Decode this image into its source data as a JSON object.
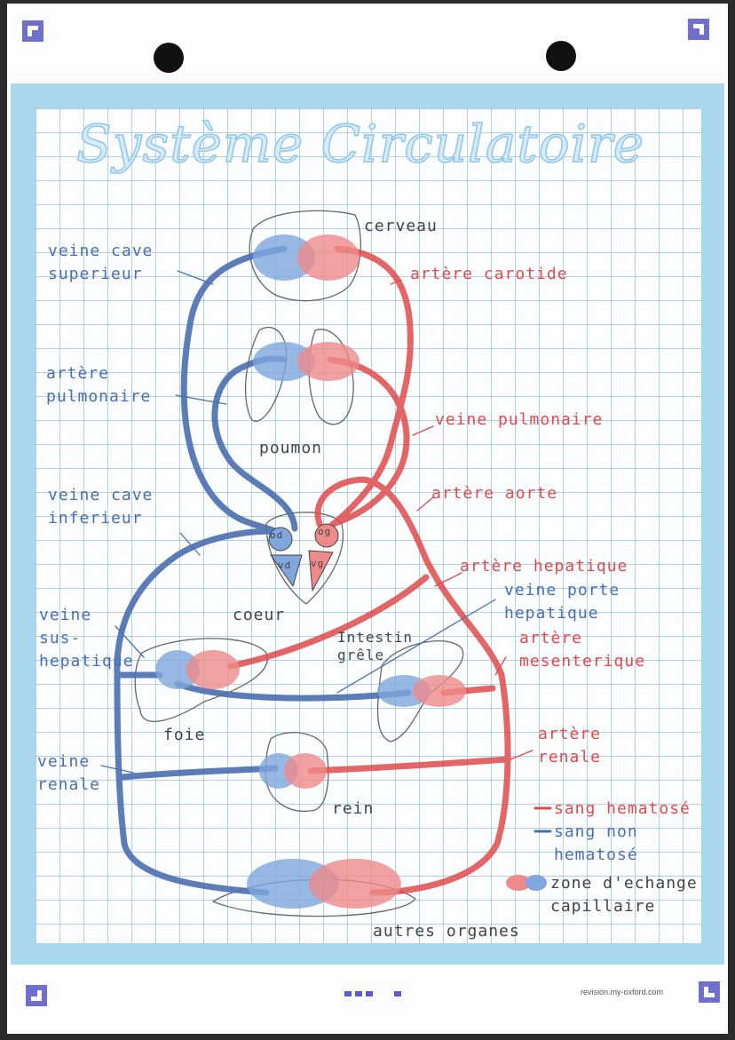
{
  "title": "Système Circulatoire",
  "labels": {
    "cerveau": "cerveau",
    "veine_cave_superieur": "veine cave\nsuperieur",
    "artere_carotide": "artère carotide",
    "artere_pulmonaire": "artère\npulmonaire",
    "veine_pulmonaire": "veine pulmonaire",
    "poumon": "poumon",
    "veine_cave_inferieur": "veine cave\ninferieur",
    "artere_aorte": "artère aorte",
    "artere_hepatique": "artère hepatique",
    "veine_porte_hepatique": "veine porte\nhepatique",
    "artere_mesenterique": "artère\nmesenterique",
    "veine_sus_hepatique": "veine\nsus-\nhepatique",
    "coeur": "coeur",
    "intestin_grele": "Intestin\ngrêle",
    "foie": "foie",
    "artere_renale": "artère\nrenale",
    "veine_renale": "veine\nrenale",
    "rein": "rein",
    "autres_organes": "autres organes",
    "od": "od",
    "og": "og",
    "vd": "vd",
    "vg": "vg"
  },
  "legend": {
    "hematose": "sang hematosé",
    "non_hematose": "sang non\nhematosé",
    "zone": "zone d'echange\ncapillaire"
  },
  "footer": {
    "url": "revision.my-oxford.com"
  },
  "colors": {
    "blue_blood": "#4a6fb0",
    "red_blood": "#df4b4b",
    "grid_frame": "#a9d8ee",
    "title": "#8fc6ea"
  }
}
